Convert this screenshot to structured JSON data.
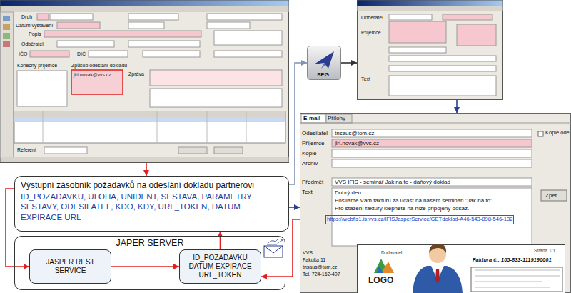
{
  "diagram": {
    "nodes": [
      {
        "text": [
          "Druh",
          "Datum vystavení",
          "Popis",
          "Odběratel",
          "IČO",
          "DIČ",
          "Konečný příjemce",
          "Způsob odeslání dokladu",
          "jiri.novak@vvs.cz",
          "Zpráva",
          "Referent"
        ]
      },
      {
        "text": [
          "Výstupní zásobník požadavků na odeslání dokladu partnerovi",
          "ID_POZADAVKU, ULOHA, UNIDENT, SESTAVA, PARAMETRY SESTAVY, ODESILATEL, KDO, KDY, URL_TOKEN, DATUM EXPIRACE URL"
        ]
      },
      {
        "text": [
          "JAPER SERVER"
        ]
      },
      {
        "text": [
          "JASPER REST SERVICE"
        ],
        "in": 2
      },
      {
        "text": [
          "ID_POZADAVKU DATUM EXPIRACE URL_TOKEN"
        ],
        "in": 2
      },
      {
        "text": [
          "SPG"
        ]
      },
      {
        "text": [
          "Odběratel",
          "Příjemce",
          "Text"
        ]
      },
      {
        "text": [
          "E-mail",
          "Přílohy",
          "Odesílatel",
          "tnsaus@tom.cz",
          "Příjemce",
          "jiri.novak@vvs.cz",
          "Kopie",
          "Archiv",
          "Předmět",
          "VVS IFIS - seminář Jak na to - daňový doklad",
          "Text",
          "Dobrý den.",
          "Posíláme Vám fakturu za účast na našem semináři \"Jak na to\".",
          "Pro stažení faktury klepněte na níže připojený odkaz.",
          "https://webfis1.is.vvs.cz/IFISJasperService/GETdoklad-A46-543-898-546-132",
          "VVS",
          "Fakulta 11",
          "tnsaus@tom.cz",
          "Tel. 724-162-407",
          "Kopie ode",
          "Zpět"
        ]
      },
      {
        "text": [
          "Strana 1/1",
          "Dodavatel:",
          "LOGO",
          "Faktura č.: 105-833-1119190001"
        ]
      }
    ],
    "edges": [
      {
        "from": 0,
        "to": 1,
        "arrow": "to"
      },
      {
        "from": 1,
        "to": 3,
        "arrow": "to"
      },
      {
        "from": 3,
        "to": 4,
        "arrow": "to"
      },
      {
        "from": 4,
        "to": 1,
        "arrow": "to"
      },
      {
        "from": 1,
        "to": 5,
        "arrow": "to"
      },
      {
        "from": 5,
        "to": 6,
        "arrow": "to"
      },
      {
        "from": 6,
        "to": 7,
        "arrow": "to"
      },
      {
        "from": 1,
        "to": 7,
        "arrow": "to"
      },
      {
        "from": 7,
        "to": 4,
        "arrow": "to"
      }
    ]
  }
}
